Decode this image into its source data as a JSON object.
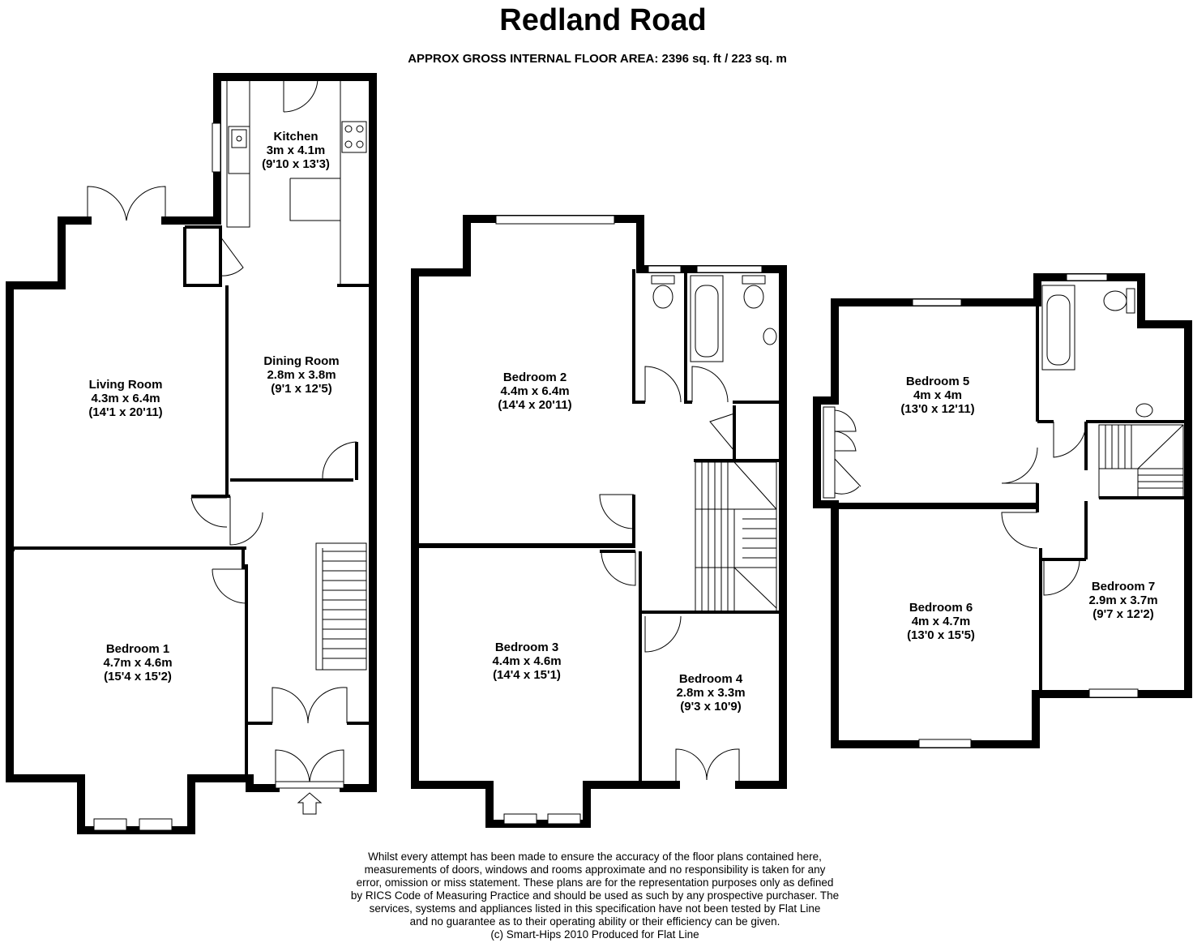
{
  "title": "Redland Road",
  "subtitle": "APPROX GROSS INTERNAL FLOOR AREA:  2396 sq. ft / 223 sq. m",
  "rooms": {
    "kitchen": {
      "name": "Kitchen",
      "metric": "3m x 4.1m",
      "imperial": "(9'10 x 13'3)"
    },
    "living": {
      "name": "Living Room",
      "metric": "4.3m x 6.4m",
      "imperial": "(14'1 x 20'11)"
    },
    "dining": {
      "name": "Dining Room",
      "metric": "2.8m x 3.8m",
      "imperial": "(9'1 x 12'5)"
    },
    "bed1": {
      "name": "Bedroom 1",
      "metric": "4.7m x 4.6m",
      "imperial": "(15'4 x 15'2)"
    },
    "bed2": {
      "name": "Bedroom 2",
      "metric": "4.4m x 6.4m",
      "imperial": "(14'4 x 20'11)"
    },
    "bed3": {
      "name": "Bedroom 3",
      "metric": "4.4m x 4.6m",
      "imperial": "(14'4 x 15'1)"
    },
    "bed4": {
      "name": "Bedroom 4",
      "metric": "2.8m x 3.3m",
      "imperial": "(9'3 x 10'9)"
    },
    "bed5": {
      "name": "Bedroom 5",
      "metric": "4m x 4m",
      "imperial": "(13'0 x 12'11)"
    },
    "bed6": {
      "name": "Bedroom 6",
      "metric": "4m x 4.7m",
      "imperial": "(13'0 x 15'5)"
    },
    "bed7": {
      "name": "Bedroom 7",
      "metric": "2.9m x 3.7m",
      "imperial": "(9'7 x 12'2)"
    }
  },
  "disclaimer": [
    "Whilst every attempt has been made to ensure the accuracy of the floor plans contained here,",
    "measurements of doors, windows and rooms approximate and no responsibility is taken for any",
    "error, omission or miss statement. These plans are for the representation purposes only as defined",
    "by RICS Code of Measuring Practice and should be used as such by any prospective purchaser. The",
    "services, systems and appliances listed in this specification have not been tested by Flat Line",
    "and no guarantee as to their operating ability or their efficiency can be given.",
    "(c) Smart-Hips 2010 Produced for Flat Line"
  ]
}
